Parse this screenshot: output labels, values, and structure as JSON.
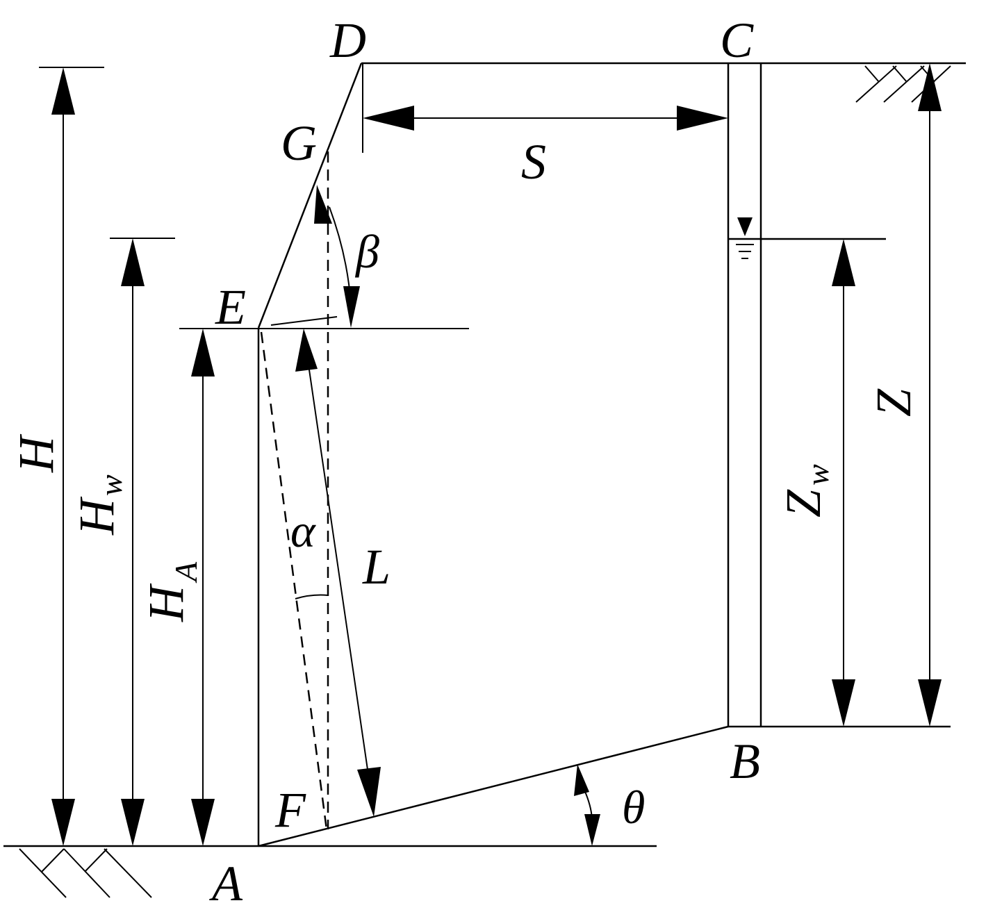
{
  "points": {
    "A": "A",
    "B": "B",
    "C": "C",
    "D": "D",
    "E": "E",
    "F": "F",
    "G": "G"
  },
  "dimensions": {
    "H": "H",
    "Hw": "H",
    "Hw_sub": "w",
    "HA": "H",
    "HA_sub": "A",
    "S": "S",
    "L": "L",
    "Z": "Z",
    "Zw": "Z",
    "Zw_sub": "w"
  },
  "angles": {
    "alpha": "α",
    "beta": "β",
    "theta": "θ"
  }
}
